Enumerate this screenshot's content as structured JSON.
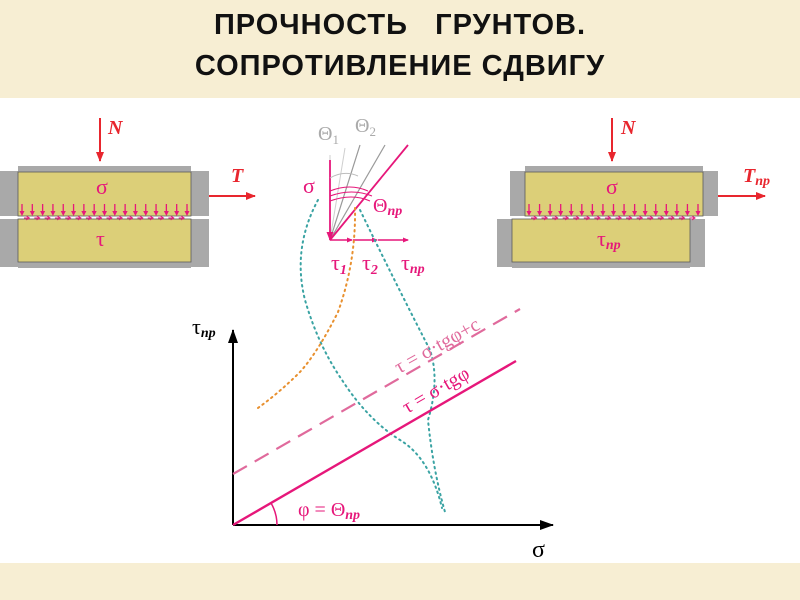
{
  "header": {
    "title_line1": "ПРОЧНОСТЬ   ГРУНТОВ.",
    "title_line2": "СОПРОТИВЛЕНИЕ СДВИГУ"
  },
  "left_sample": {
    "force_normal": "N",
    "force_tangential": "T",
    "sigma": "σ",
    "tau": "τ"
  },
  "right_sample": {
    "force_normal": "N",
    "force_tangential": "Т",
    "force_tangential_sub": "пр",
    "sigma": "σ",
    "tau": "τ",
    "tau_sub": "пр"
  },
  "vector_diagram": {
    "sigma": "σ",
    "theta1": "Θ",
    "theta1_sub": "1",
    "theta2": "Θ",
    "theta2_sub": "2",
    "theta_pr": "Θ",
    "theta_pr_sub": "пр",
    "tau1": "τ",
    "tau1_sub": "1",
    "tau2": "τ",
    "tau2_sub": "2",
    "tau_pr": "τ",
    "tau_pr_sub": "пр"
  },
  "graph": {
    "y_axis_label": "τ",
    "y_axis_label_sub": "пр",
    "x_axis_label": "σ",
    "line_cohesive": "τ = σ·tgφ+c",
    "line_friction": "τ = σ·tgφ",
    "angle_label": "φ = Θ",
    "angle_label_sub": "пр"
  },
  "colors": {
    "accent_magenta": "#e6177a",
    "accent_red": "#e8262e",
    "dashed_pink": "#e06a9c",
    "sample_fill": "#dccf78",
    "plate_gray": "#a9a9a9",
    "header_bg": "#f7eed3",
    "teal_dots": "#3aa3a3",
    "orange_dots": "#e8902f",
    "faded_gray": "#9a9a9a"
  }
}
